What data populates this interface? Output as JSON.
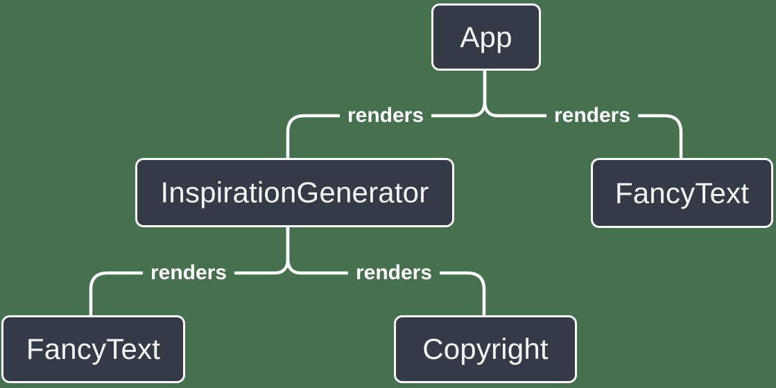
{
  "diagram": {
    "description": "Component render tree",
    "nodes": [
      {
        "id": "app",
        "label": "App"
      },
      {
        "id": "inspiration-generator",
        "label": "InspirationGenerator"
      },
      {
        "id": "fancy-text-top",
        "label": "FancyText"
      },
      {
        "id": "fancy-text-bottom",
        "label": "FancyText"
      },
      {
        "id": "copyright",
        "label": "Copyright"
      }
    ],
    "edges": [
      {
        "from": "App",
        "to": "InspirationGenerator",
        "label": "renders"
      },
      {
        "from": "App",
        "to": "FancyText",
        "label": "renders"
      },
      {
        "from": "InspirationGenerator",
        "to": "FancyText",
        "label": "renders"
      },
      {
        "from": "InspirationGenerator",
        "to": "Copyright",
        "label": "renders"
      }
    ],
    "colors": {
      "background": "#47704E",
      "node_fill": "#343A46",
      "node_border": "#FBFCFD",
      "line": "#FBFCFD",
      "node_text": "#F2F4F6",
      "label_text": "#FFFFFF"
    }
  }
}
